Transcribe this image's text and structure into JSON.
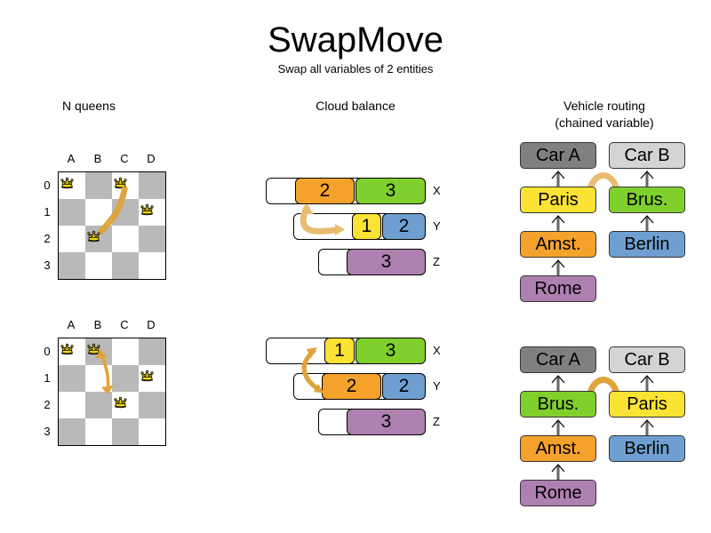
{
  "header": {
    "title": "SwapMove",
    "subtitle": "Swap all variables of 2 entities"
  },
  "sections": {
    "queens": {
      "heading": "N queens"
    },
    "cloud": {
      "heading": "Cloud balance"
    },
    "vrp": {
      "heading_line1": "Vehicle routing",
      "heading_line2": "(chained variable)"
    }
  },
  "nqueens": {
    "files": [
      "A",
      "B",
      "C",
      "D"
    ],
    "ranks": [
      "0",
      "1",
      "2",
      "3"
    ],
    "before": {
      "queens": [
        {
          "file": "A",
          "rank": "0",
          "col": 0,
          "row": 0
        },
        {
          "file": "C",
          "rank": "0",
          "col": 2,
          "row": 0
        },
        {
          "file": "D",
          "rank": "1",
          "col": 3,
          "row": 1
        },
        {
          "file": "B",
          "rank": "2",
          "col": 1,
          "row": 2
        }
      ]
    },
    "after": {
      "queens": [
        {
          "file": "A",
          "rank": "0",
          "col": 0,
          "row": 0
        },
        {
          "file": "B",
          "rank": "0",
          "col": 1,
          "row": 0
        },
        {
          "file": "D",
          "rank": "1",
          "col": 3,
          "row": 1
        },
        {
          "file": "C",
          "rank": "2",
          "col": 2,
          "row": 2
        }
      ]
    },
    "move": {
      "from": "C0",
      "to": "B0",
      "swap_from": "B2",
      "swap_to": "C2"
    }
  },
  "cloudbalance": {
    "before": {
      "rows": [
        {
          "label": "X",
          "segments": [
            {
              "value": "2",
              "color": "#f5a22d"
            },
            {
              "value": "3",
              "color": "#80d02d"
            }
          ]
        },
        {
          "label": "Y",
          "segments": [
            {
              "value": "1",
              "color": "#fbe334"
            },
            {
              "value": "2",
              "color": "#6f9fd0"
            }
          ]
        },
        {
          "label": "Z",
          "segments": [
            {
              "value": "3",
              "color": "#ae80b0"
            }
          ]
        }
      ]
    },
    "after": {
      "rows": [
        {
          "label": "X",
          "segments": [
            {
              "value": "1",
              "color": "#fbe334"
            },
            {
              "value": "3",
              "color": "#80d02d"
            }
          ]
        },
        {
          "label": "Y",
          "segments": [
            {
              "value": "2",
              "color": "#f5a22d"
            },
            {
              "value": "2",
              "color": "#6f9fd0"
            }
          ]
        },
        {
          "label": "Z",
          "segments": [
            {
              "value": "3",
              "color": "#ae80b0"
            }
          ]
        }
      ]
    }
  },
  "vehiclerouting": {
    "before": {
      "left_chain": [
        {
          "label": "Car A",
          "color": "#808080"
        },
        {
          "label": "Paris",
          "color": "#fbe334"
        },
        {
          "label": "Amst.",
          "color": "#f5a22d"
        },
        {
          "label": "Rome",
          "color": "#ae80b0"
        }
      ],
      "right_chain": [
        {
          "label": "Car B",
          "color": "#d4d4d4"
        },
        {
          "label": "Brus.",
          "color": "#80d02d"
        },
        {
          "label": "Berlin",
          "color": "#6f9fd0"
        }
      ]
    },
    "after": {
      "left_chain": [
        {
          "label": "Car A",
          "color": "#808080"
        },
        {
          "label": "Brus.",
          "color": "#80d02d"
        },
        {
          "label": "Amst.",
          "color": "#f5a22d"
        },
        {
          "label": "Rome",
          "color": "#ae80b0"
        }
      ],
      "right_chain": [
        {
          "label": "Car B",
          "color": "#d4d4d4"
        },
        {
          "label": "Paris",
          "color": "#fbe334"
        },
        {
          "label": "Berlin",
          "color": "#6f9fd0"
        }
      ]
    }
  },
  "colors": {
    "arrow": "#e0a33c",
    "arrow_fill": "#e8bd72",
    "dark_square": "#b9b9b9",
    "light_square": "#ffffff",
    "queen_body": "#f5d90a",
    "queen_outline": "#000000",
    "chain_line": "#666666"
  }
}
